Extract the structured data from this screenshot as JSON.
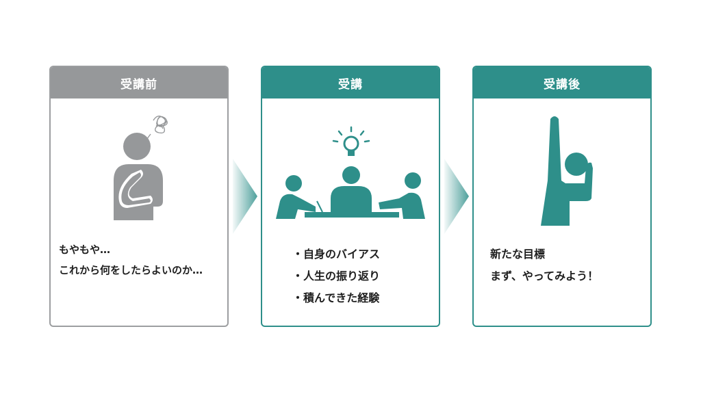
{
  "cards": [
    {
      "header": "受講前",
      "lines": [
        "もやもや…",
        "これから何をしたらよいのか…"
      ]
    },
    {
      "header": "受講",
      "bullet": "・",
      "lines": [
        "自身のバイアス",
        "人生の振り返り",
        "積んできた経験"
      ]
    },
    {
      "header": "受講後",
      "lines": [
        "新たな目標",
        "まず、やってみよう！"
      ]
    }
  ],
  "colors": {
    "gray": "#96989a",
    "teal": "#2e8f8a"
  }
}
